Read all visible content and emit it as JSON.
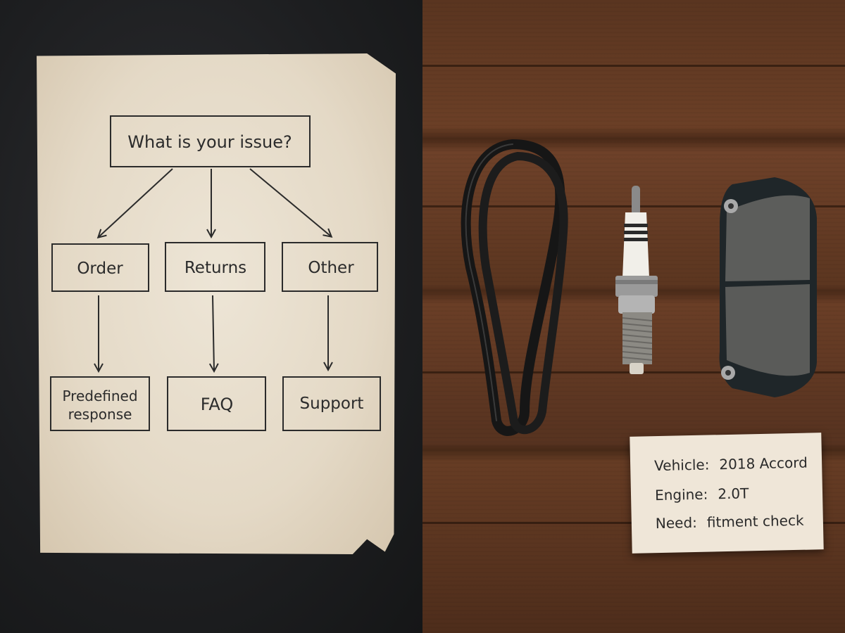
{
  "flowchart": {
    "question": "What is your issue?",
    "branches": [
      {
        "label": "Order",
        "result": "Predefined response",
        "result_lines": [
          "Predefined",
          "response"
        ]
      },
      {
        "label": "Returns",
        "result": "FAQ",
        "result_lines": [
          "FAQ"
        ]
      },
      {
        "label": "Other",
        "result": "Support",
        "result_lines": [
          "Support"
        ]
      }
    ]
  },
  "note_card": {
    "lines": [
      {
        "label": "Vehicle:",
        "value": "2018 Accord"
      },
      {
        "label": "Engine:",
        "value": "2.0T"
      },
      {
        "label": "Need:",
        "value": "fitment check"
      }
    ]
  },
  "parts": [
    {
      "name": "serpentine-belt"
    },
    {
      "name": "spark-plug"
    },
    {
      "name": "brake-pad"
    }
  ]
}
